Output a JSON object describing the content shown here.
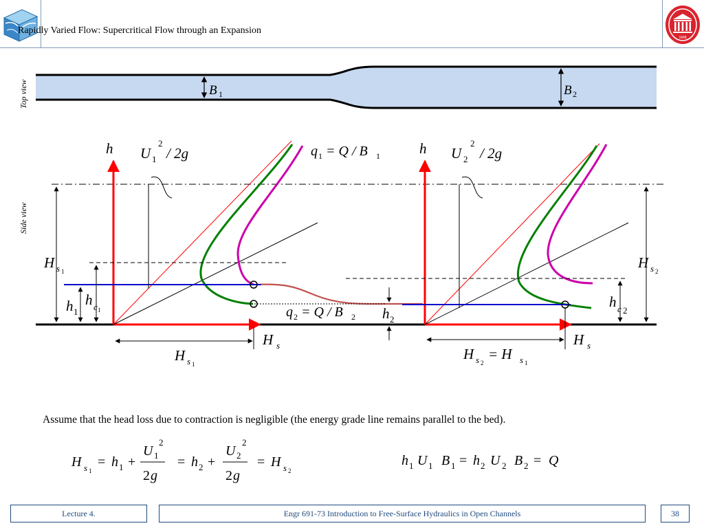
{
  "header": {
    "title": "Rapidly Varied Flow: Supercritical Flow through an Expansion",
    "logo_right_year": "1848"
  },
  "diagram": {
    "top_view_label": "Top view",
    "side_view_label": "Side view",
    "b1": "B",
    "b1_sub": "1",
    "b2": "B",
    "b2_sub": "2",
    "left": {
      "h_axis": "h",
      "hs_axis": "H",
      "hs_axis_sub": "s",
      "velocity_head": "U",
      "velocity_head_sub": "1",
      "velocity_head_sup": "2",
      "velocity_head_rest": "/ 2g",
      "q_label": "q",
      "q_sub": "1",
      "q_rest": "= Q / B",
      "q_rest_sub": "1",
      "Hs_label": "H",
      "Hs_sub": "s",
      "Hs_subsub": "1",
      "h1": "h",
      "h1_sub": "1",
      "hc": "h",
      "hc_sub": "c",
      "hc_subsub": "1",
      "Hs_bottom": "H",
      "Hs_bottom_sub": "s",
      "Hs_bottom_subsub": "1"
    },
    "right": {
      "h_axis": "h",
      "hs_axis": "H",
      "hs_axis_sub": "s",
      "velocity_head": "U",
      "velocity_head_sub": "2",
      "velocity_head_sup": "2",
      "velocity_head_rest": "/ 2g",
      "Hs_label": "H",
      "Hs_sub": "s",
      "Hs_subsub": "2",
      "hc": "h",
      "hc_sub": "c",
      "hc_subsub": "2",
      "bottom_eq": "H",
      "bottom_eq_sub": "s",
      "bottom_eq_subsub": "2",
      "bottom_eq_mid": "= H",
      "bottom_eq_sub2": "s",
      "bottom_eq_subsub2": "1"
    },
    "q2_label": "q",
    "q2_sub": "2",
    "q2_rest": "= Q / B",
    "q2_rest_sub": "2",
    "h2": "h",
    "h2_sub": "2"
  },
  "text": {
    "assumption": "Assume that the head loss due to contraction is negligible (the energy grade line remains parallel to the bed)."
  },
  "equations": {
    "eq1": {
      "H": "H",
      "s": "s",
      "one": "1",
      "two": "2",
      "eq": "=",
      "h": "h",
      "plus": "+",
      "U": "U",
      "sq": "2",
      "twog_2": "2",
      "twog_g": "g"
    },
    "eq2": {
      "h": "h",
      "U": "U",
      "B": "B",
      "one": "1",
      "two": "2",
      "eq": "=",
      "Q": "Q"
    }
  },
  "footer": {
    "lecture": "Lecture 4.",
    "course": "Engr 691-73 Introduction to Free-Surface Hydraulics in Open Channels",
    "page": "38"
  },
  "colors": {
    "channel_fill": "#c6d9f0",
    "red_axis": "#ff0000",
    "green_curve": "#008000",
    "magenta_curve": "#cc00aa",
    "blue_line": "#0000cc",
    "surface_line": "#c0504d",
    "border": "#1f497d"
  }
}
